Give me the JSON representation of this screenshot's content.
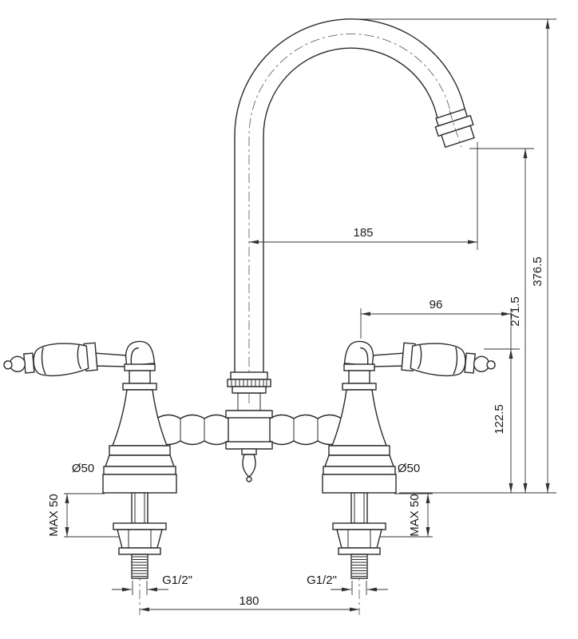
{
  "drawing": {
    "background": "#ffffff",
    "line_color": "#2b2b2b",
    "dim_color": "#333333",
    "labels": {
      "spout_reach": "185",
      "overall_height": "376.5",
      "spout_outlet_height": "271.5",
      "handle_offset": "96",
      "handle_height": "122.5",
      "base_diameter_left": "Ø50",
      "base_diameter_right": "Ø50",
      "max_deck_left": "MAX 50",
      "max_deck_right": "MAX 50",
      "thread_size_left": "G1/2\"",
      "thread_size_right": "G1/2\"",
      "hole_spacing": "180"
    }
  }
}
